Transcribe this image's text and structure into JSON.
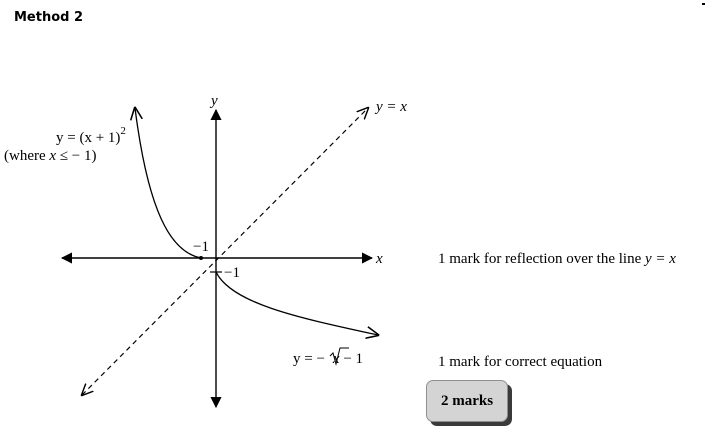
{
  "heading": "Method 2",
  "diagram": {
    "y_axis_label": "y",
    "x_axis_label": "x",
    "line_label": "y = x",
    "curve1_equation": "y = (x + 1)",
    "curve1_exponent": "2",
    "curve1_condition_prefix": "(where ",
    "curve1_condition_var": "x",
    "curve1_condition_suffix": " ≤ − 1)",
    "x_intercept_label": "−1",
    "y_intercept_label": "−1",
    "curve2_lhs": "y = −",
    "curve2_radicand": "x",
    "curve2_tail": " − 1"
  },
  "notes": {
    "reflection_text": "1 mark for reflection over the line ",
    "reflection_line": "y = x",
    "equation_text": "1 mark for correct equation"
  },
  "marks_label": "2 marks"
}
